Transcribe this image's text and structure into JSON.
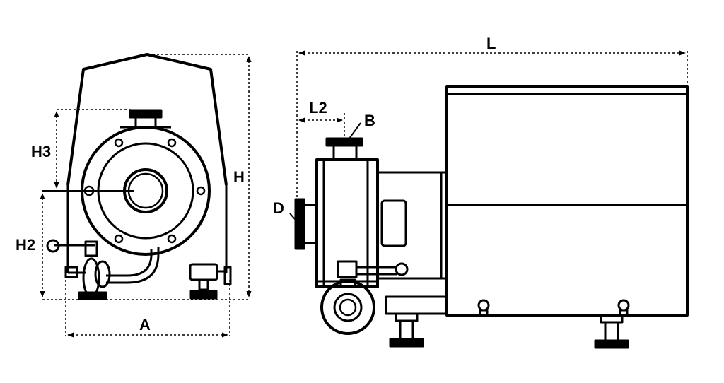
{
  "labels": {
    "H3": "H3",
    "H": "H",
    "H2": "H2",
    "A": "A",
    "L": "L",
    "L2": "L2",
    "B": "B",
    "D": "D"
  },
  "colors": {
    "stroke": "#000000",
    "background": "#ffffff"
  }
}
